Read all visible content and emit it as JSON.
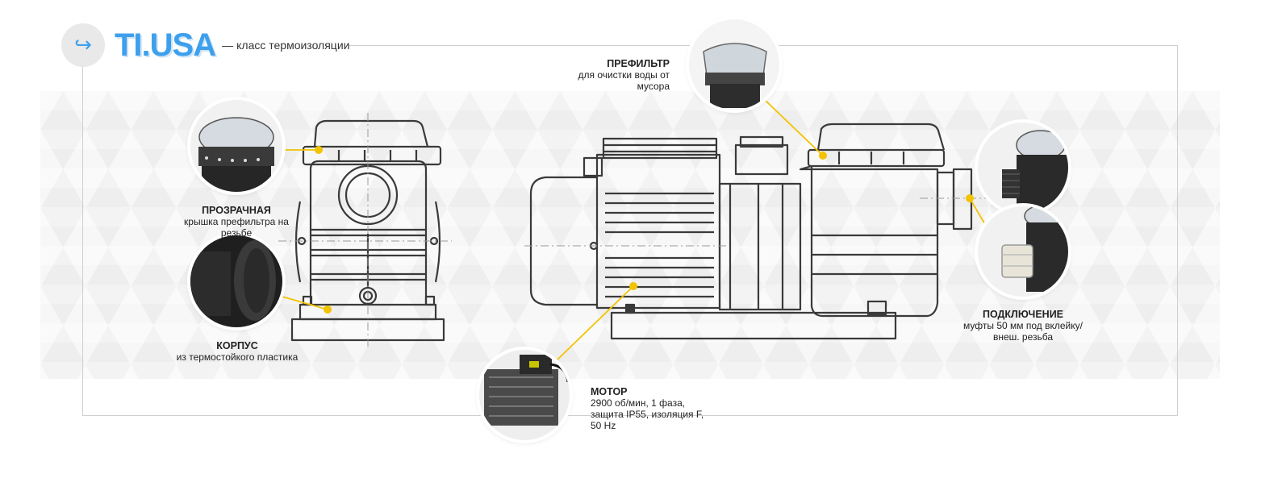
{
  "brand": {
    "logo_icon": "arrow-return-icon",
    "logo_glyph": "↪",
    "name": "TI.USA",
    "tagline_dash": "—",
    "tagline": "класс термоизоляции",
    "accent_color": "#3ea0ec"
  },
  "callouts": {
    "prefilter": {
      "title": "ПРЕФИЛЬТР",
      "text": "для очистки воды от мусора"
    },
    "lid": {
      "title": "ПРОЗРАЧНАЯ",
      "text": "крышка префильтра на резьбе"
    },
    "body": {
      "title": "КОРПУС",
      "text": "из термостойкого пластика"
    },
    "motor": {
      "title": "МОТОР",
      "text": "2900 об/мин, 1 фаза, защита IP55, изоляция F, 50 Hz"
    },
    "connection": {
      "title": "ПОДКЛЮЧЕНИЕ",
      "text": "муфты 50 мм под вклейку/ внеш. резьба"
    }
  },
  "colors": {
    "leader": "#f2c300",
    "drawing": "#3a3a3a",
    "frame": "#cfcfcf"
  },
  "photos": [
    "prefilter-lid-photo",
    "transparent-lid-photo",
    "housing-photo",
    "motor-photo",
    "connection-photo-1",
    "connection-photo-2"
  ]
}
